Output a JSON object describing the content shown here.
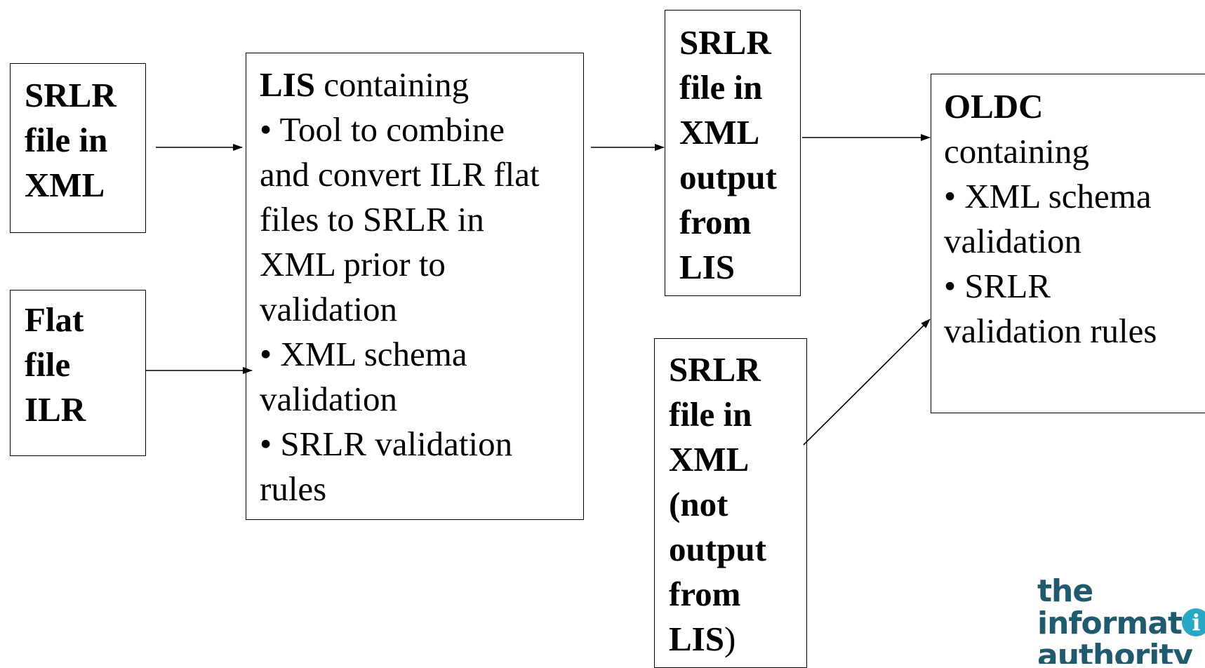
{
  "boxes": {
    "srlr_xml_input": {
      "lines": [
        "SRLR",
        "file in",
        "XML"
      ]
    },
    "flat_file_ilr": {
      "lines": [
        "Flat",
        "file",
        "ILR"
      ]
    },
    "lis": {
      "title_bold": "LIS",
      "title_rest": " containing",
      "lines": [
        "•  Tool to combine",
        "and convert ILR flat",
        "files to SRLR in",
        "XML prior to",
        "validation",
        "•  XML schema",
        "validation",
        "•  SRLR validation",
        "rules"
      ]
    },
    "srlr_from_lis": {
      "lines": [
        "SRLR",
        "file in",
        "XML",
        "output",
        "from",
        "LIS"
      ]
    },
    "srlr_not_from_lis": {
      "lines": [
        "SRLR",
        "file in",
        "XML",
        "(not",
        "output",
        "from"
      ],
      "last_bold": "LIS",
      "last_rest": ")"
    },
    "oldc": {
      "title_bold": "OLDC",
      "lines": [
        "containing",
        "•  XML schema",
        "validation",
        "•  SRLR",
        "validation rules"
      ]
    }
  },
  "logo": {
    "line1": "the",
    "line2": "informat",
    "line2_icon": "i",
    "line3": "authority"
  },
  "colors": {
    "line": "#000000",
    "logo_text": "#1f5a6e",
    "logo_accent": "#29a8c6"
  }
}
